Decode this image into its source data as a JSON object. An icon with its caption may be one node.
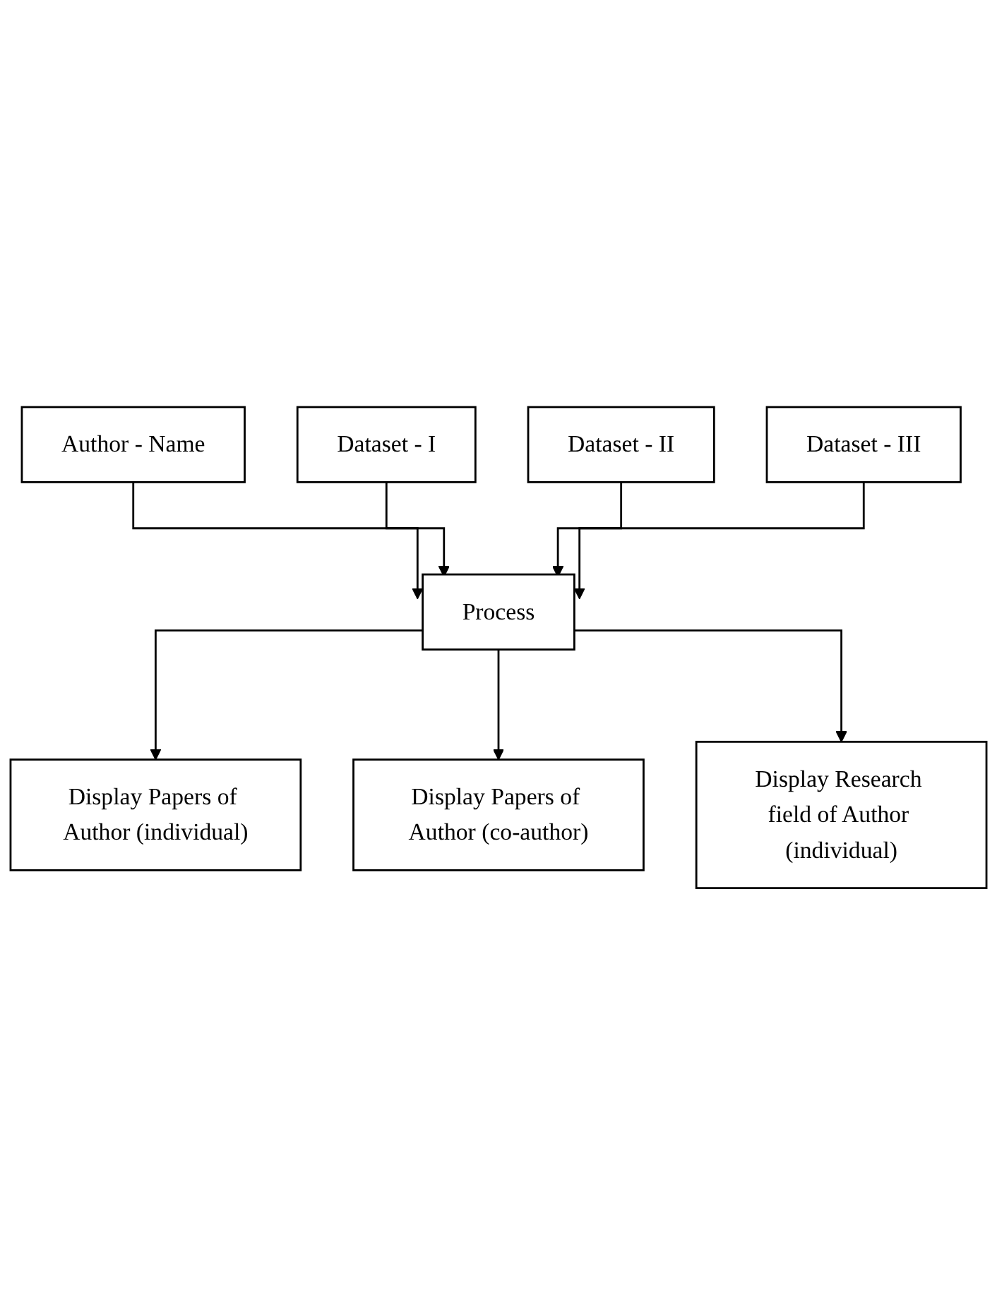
{
  "diagram": {
    "nodes": [
      {
        "text": [
          "Author - Name"
        ]
      },
      {
        "text": [
          "Dataset - I"
        ]
      },
      {
        "text": [
          "Dataset - II"
        ]
      },
      {
        "text": [
          "Dataset - III"
        ]
      },
      {
        "text": [
          "Process"
        ]
      },
      {
        "text": [
          "Display Papers of Author (individual)"
        ]
      },
      {
        "text": [
          "Display Papers of Author (co-author)"
        ]
      },
      {
        "text": [
          "Display Research field of Author (individual)"
        ]
      }
    ],
    "edges": [
      {
        "from": 0,
        "to": 4,
        "arrow": "to"
      },
      {
        "from": 1,
        "to": 4,
        "arrow": "to"
      },
      {
        "from": 2,
        "to": 4,
        "arrow": "to"
      },
      {
        "from": 3,
        "to": 4,
        "arrow": "to"
      },
      {
        "from": 4,
        "to": 5,
        "arrow": "to"
      },
      {
        "from": 4,
        "to": 6,
        "arrow": "to"
      },
      {
        "from": 4,
        "to": 7,
        "arrow": "to"
      }
    ]
  }
}
